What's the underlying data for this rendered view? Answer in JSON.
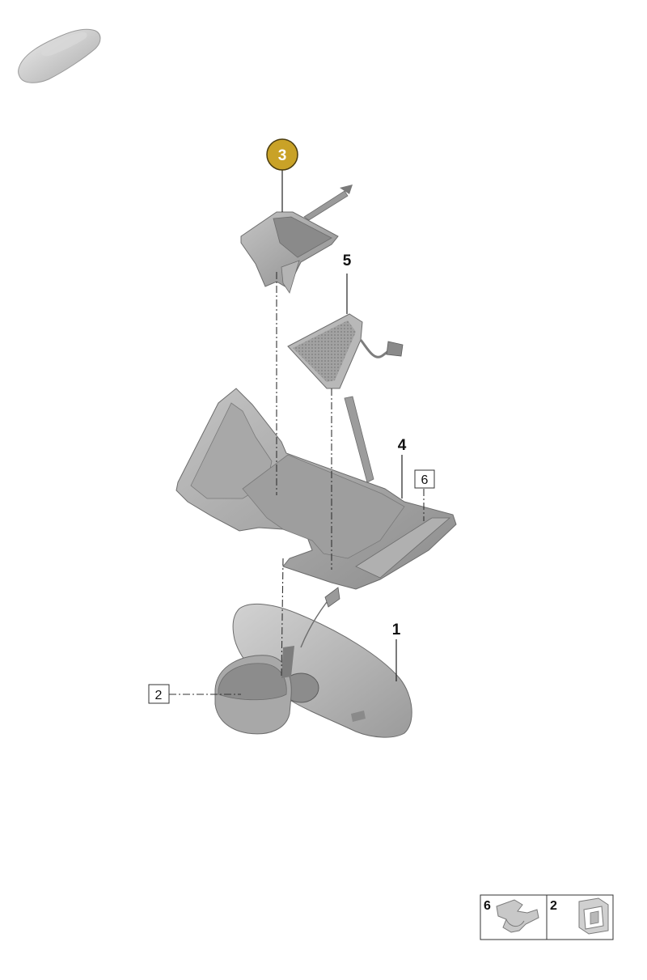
{
  "callouts": [
    {
      "id": "part-3",
      "label": "3",
      "style": "highlighted-circle"
    },
    {
      "id": "part-5",
      "label": "5",
      "style": "plain"
    },
    {
      "id": "part-4",
      "label": "4",
      "style": "plain"
    },
    {
      "id": "part-6",
      "label": "6",
      "style": "boxed"
    },
    {
      "id": "part-1",
      "label": "1",
      "style": "plain"
    },
    {
      "id": "part-2",
      "label": "2",
      "style": "boxed"
    }
  ],
  "legend": [
    {
      "label": "6",
      "icon": "clip-icon"
    },
    {
      "label": "2",
      "icon": "bracket-icon"
    }
  ],
  "colors": {
    "highlight_fill": "#C9A227",
    "highlight_border": "#4a3c10",
    "part_gray": "#9a9a9a",
    "part_shadow": "#7d7d7d",
    "line": "#222222"
  }
}
